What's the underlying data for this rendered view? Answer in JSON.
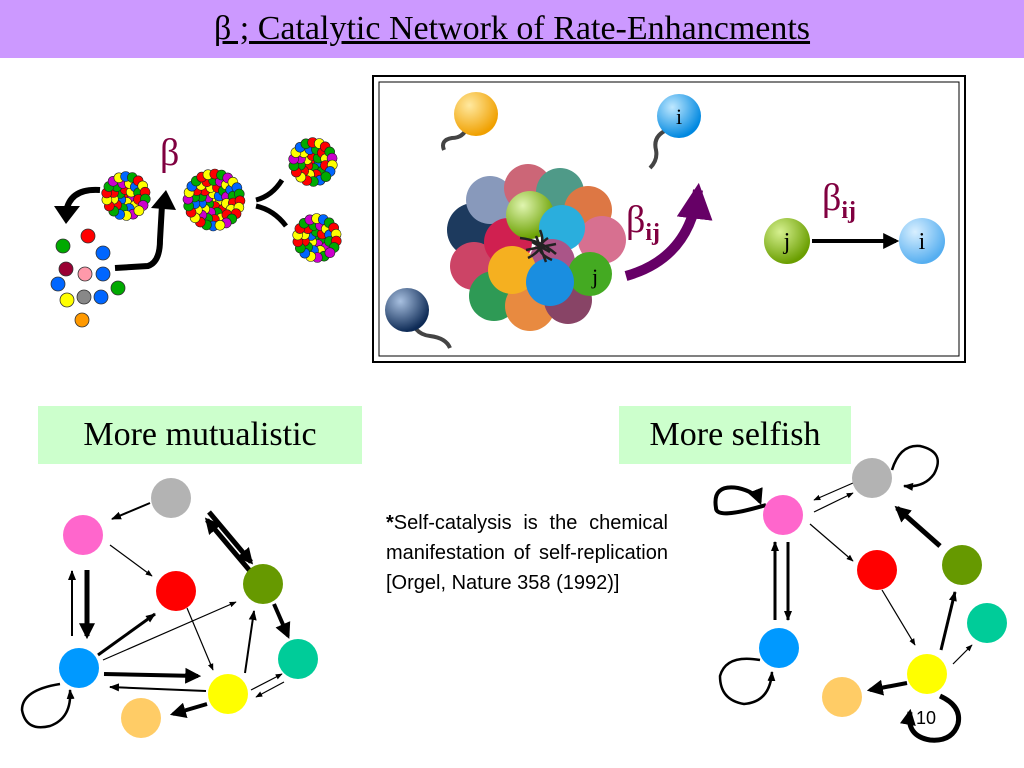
{
  "title": "β ; Catalytic Network of Rate-Enhancments",
  "top_left": {
    "beta_label": "β"
  },
  "inset": {
    "beta_label": "β",
    "beta_sub": "ij",
    "node_i": "i",
    "node_j": "j",
    "small_i": "i",
    "small_j": "j"
  },
  "labels": {
    "mutualistic": "More mutualistic",
    "selfish": "More selfish"
  },
  "note": {
    "star": "*",
    "text": "Self-catalysis is the chemical manifestation of self-replication [Orgel, Nature 358 (1992)]"
  },
  "page_number": "10",
  "colors": {
    "title_bg": "#cc99ff",
    "label_bg": "#ccffcc",
    "beta": "#800040",
    "arrow_purple": "#660066",
    "node_gray": "#b3b3b3",
    "node_pink": "#ff66cc",
    "node_red": "#ff0000",
    "node_olive": "#669900",
    "node_blue": "#0099ff",
    "node_teal": "#00cc99",
    "node_yellow": "#ffff00",
    "node_peach": "#ffcc66"
  }
}
